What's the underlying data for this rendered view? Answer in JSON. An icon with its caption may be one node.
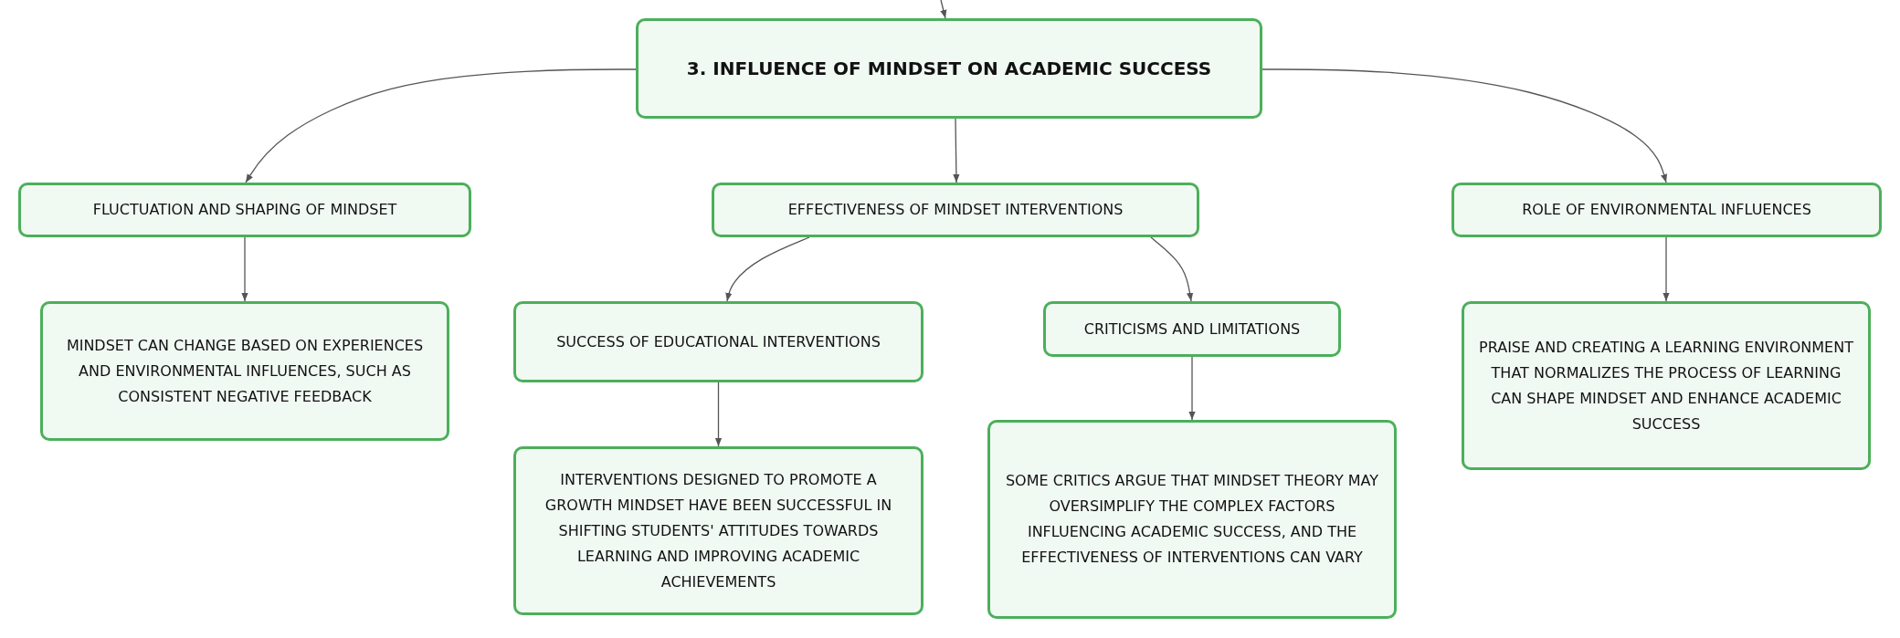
{
  "diagram": {
    "nodes": [
      {
        "text": [
          "3. INFLUENCE OF MINDSET ON ACADEMIC SUCCESS"
        ]
      },
      {
        "text": [
          "FLUCTUATION AND SHAPING OF MINDSET"
        ]
      },
      {
        "text": [
          "EFFECTIVENESS OF MINDSET INTERVENTIONS"
        ]
      },
      {
        "text": [
          "ROLE OF ENVIRONMENTAL INFLUENCES"
        ]
      },
      {
        "text": [
          "MINDSET CAN CHANGE BASED ON EXPERIENCES AND ENVIRONMENTAL INFLUENCES, SUCH AS CONSISTENT NEGATIVE FEEDBACK"
        ]
      },
      {
        "text": [
          "SUCCESS OF EDUCATIONAL INTERVENTIONS"
        ]
      },
      {
        "text": [
          "CRITICISMS AND LIMITATIONS"
        ]
      },
      {
        "text": [
          "PRAISE AND CREATING A LEARNING ENVIRONMENT THAT NORMALIZES THE PROCESS OF LEARNING CAN SHAPE MINDSET AND ENHANCE ACADEMIC SUCCESS"
        ]
      },
      {
        "text": [
          "INTERVENTIONS DESIGNED TO PROMOTE A GROWTH MINDSET HAVE BEEN SUCCESSFUL IN SHIFTING STUDENTS' ATTITUDES TOWARDS LEARNING AND IMPROVING ACADEMIC ACHIEVEMENTS"
        ]
      },
      {
        "text": [
          "SOME CRITICS ARGUE THAT MINDSET THEORY MAY OVERSIMPLIFY THE COMPLEX FACTORS INFLUENCING ACADEMIC SUCCESS, AND THE EFFECTIVENESS OF INTERVENTIONS CAN VARY"
        ]
      }
    ],
    "edges": [
      {
        "from": null,
        "to": 0,
        "arrow": "to"
      },
      {
        "from": 0,
        "to": 1,
        "arrow": "to"
      },
      {
        "from": 0,
        "to": 2,
        "arrow": "to"
      },
      {
        "from": 0,
        "to": 3,
        "arrow": "to"
      },
      {
        "from": 1,
        "to": 4,
        "arrow": "to"
      },
      {
        "from": 2,
        "to": 5,
        "arrow": "to"
      },
      {
        "from": 2,
        "to": 6,
        "arrow": "to"
      },
      {
        "from": 3,
        "to": 7,
        "arrow": "to"
      },
      {
        "from": 5,
        "to": 8,
        "arrow": "to"
      },
      {
        "from": 6,
        "to": 9,
        "arrow": "to"
      }
    ]
  }
}
